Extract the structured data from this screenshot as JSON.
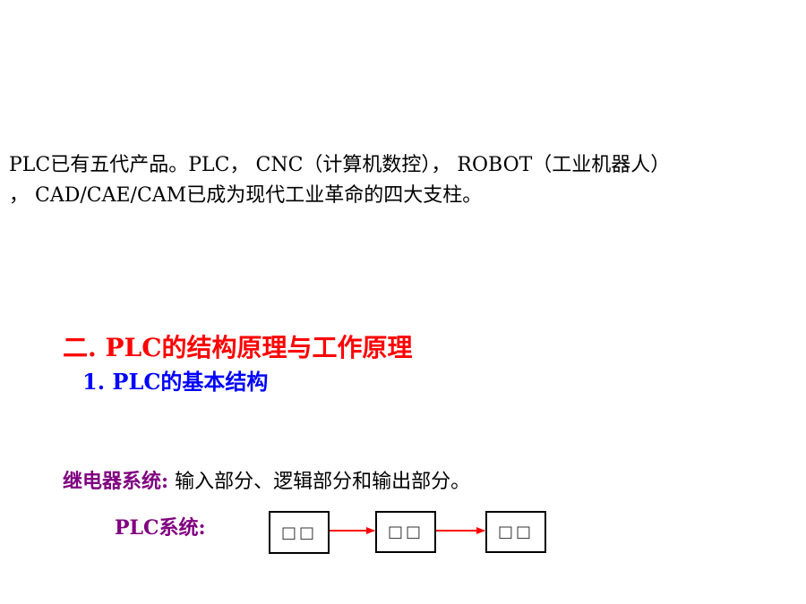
{
  "intro": {
    "line1": "PLC已有五代产品。PLC， CNC（计算机数控）， ROBOT（工业机器人）",
    "line2": "， CAD/CAE/CAM已成为现代工业革命的四大支柱。"
  },
  "section": {
    "heading": "二. PLC的结构原理与工作原理",
    "subheading": "1. PLC的基本结构"
  },
  "relay_system": {
    "label": "继电器系统:",
    "text": "输入部分、逻辑部分和输出部分。"
  },
  "plc_system": {
    "label": "PLC系统:",
    "boxes": [
      "□□",
      "□□",
      "□□"
    ]
  },
  "colors": {
    "heading": "#ff0000",
    "subheading": "#0000ff",
    "label": "#800080",
    "arrow": "#ff0000"
  }
}
